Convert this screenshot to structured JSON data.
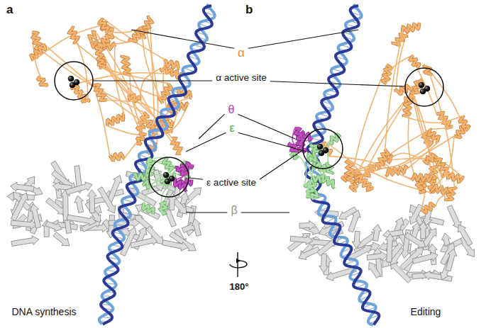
{
  "diagram": {
    "labels": [
      "a",
      "b",
      "α",
      "α active site",
      "θ",
      "ε",
      "ε active site",
      "β",
      "180°",
      "DNA synthesis",
      "Editing"
    ]
  }
}
